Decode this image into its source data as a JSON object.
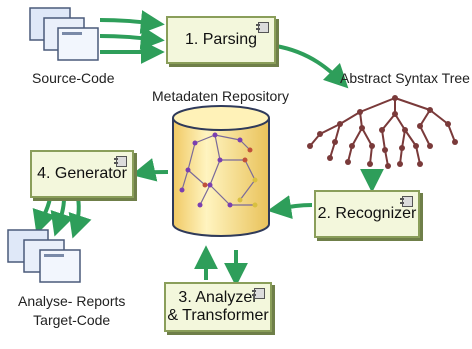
{
  "source_label": "Source-Code",
  "repo_label": "Metadaten Repository",
  "ast_label": "Abstract Syntax Tree",
  "steps": {
    "parsing": "1. Parsing",
    "recognizer": "2. Recognizer",
    "analyzer": "3.  Analyzer\n& Transformer",
    "generator": "4. Generator"
  },
  "output_label": "Analyse- Reports\nTarget-Code",
  "colors": {
    "arrow": "#2e9e5a",
    "box_fill": "#f3f7dc",
    "box_border": "#8a9e5a",
    "cylinder": "#fbe79a",
    "tree": "#7a3a3a"
  }
}
